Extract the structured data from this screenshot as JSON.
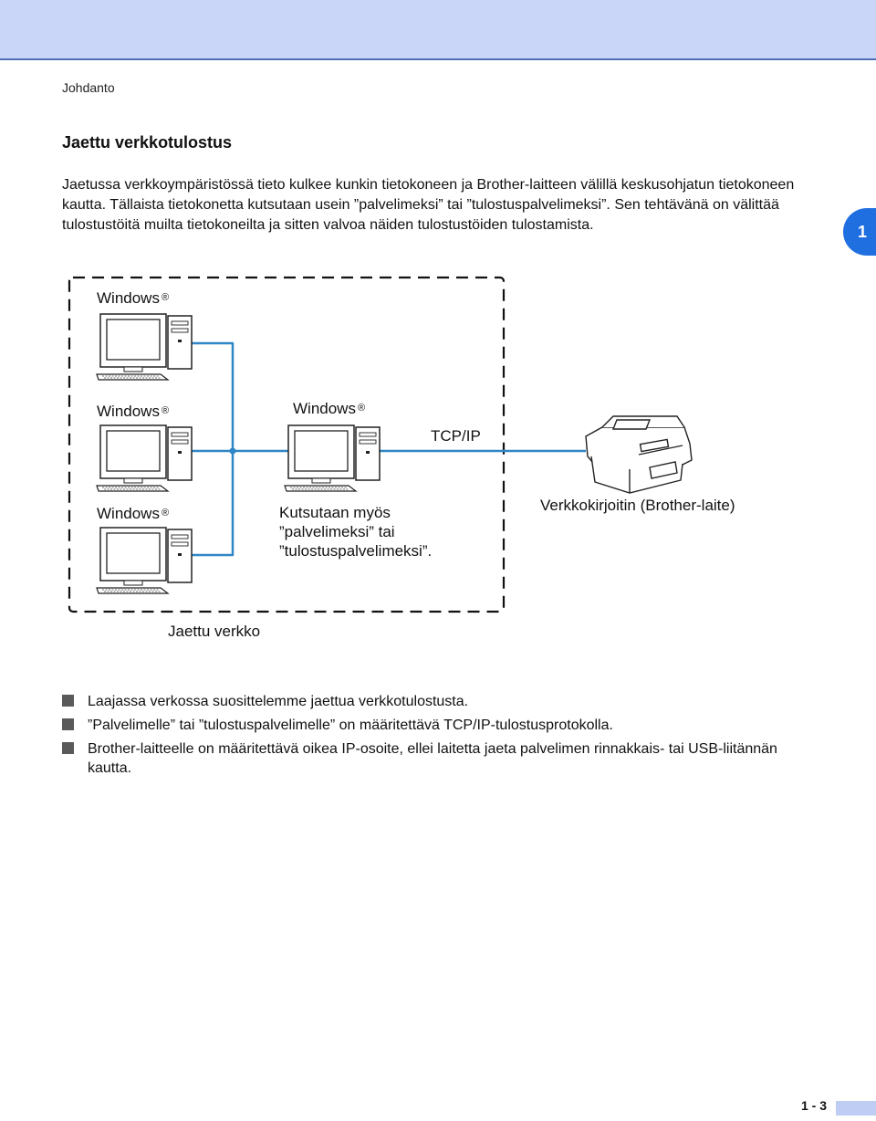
{
  "header": {
    "breadcrumb": "Johdanto",
    "chapter_tab": "1"
  },
  "section": {
    "title": "Jaettu verkkotulostus",
    "intro": "Jaetussa verkkoympäristössä tieto kulkee kunkin tietokoneen ja Brother-laitteen välillä keskusohjatun tietokoneen kautta. Tällaista tietokonetta kutsutaan usein ”palvelimeksi” tai ”tulostuspalvelimeksi”. Sen tehtävänä on välittää tulostustöitä muilta tietokoneilta ja sitten valvoa näiden tulostustöiden tulostamista."
  },
  "diagram": {
    "pc_top": "Windows",
    "pc_middle": "Windows",
    "pc_bottom": "Windows",
    "pc_server": "Windows",
    "registered_mark": "®",
    "protocol": "TCP/IP",
    "server_note": [
      "Kutsutaan myös",
      "”palvelimeksi” tai",
      "”tulostuspalvelimeksi”."
    ],
    "printer_label": "Verkkokirjoitin (Brother-laite)",
    "network_label": "Jaettu verkko",
    "line_color": "#2f86c6"
  },
  "bullets": [
    "Laajassa verkossa suosittelemme jaettua verkkotulostusta.",
    "”Palvelimelle” tai ”tulostuspalvelimelle” on määritettävä TCP/IP-tulostusprotokolla.",
    "Brother-laitteelle on määritettävä oikea IP-osoite, ellei laitetta jaeta palvelimen rinnakkais- tai USB-liitännän kautta."
  ],
  "footer": {
    "page_number": "1 - 3"
  }
}
